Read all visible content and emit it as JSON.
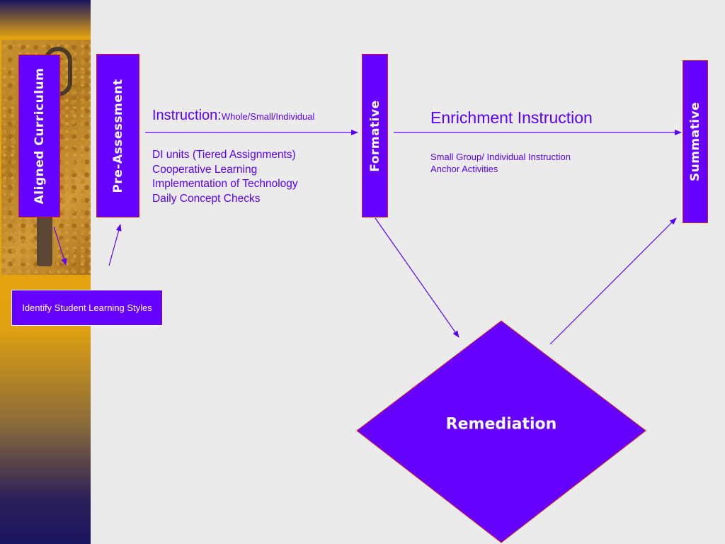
{
  "colors": {
    "box_fill": "#6600ff",
    "box_border": "#cc2222",
    "text_accent": "#5a00ff",
    "arrow": "#5a00ff",
    "background": "#ebebeb"
  },
  "nodes": {
    "aligned_curriculum": "Aligned Curriculum",
    "pre_assessment": "Pre-Assessment",
    "formative": "Formative",
    "summative": "Summative",
    "remediation": "Remediation",
    "identify_styles": "Identify Student Learning Styles"
  },
  "instruction": {
    "heading": "Instruction:",
    "subheading": "Whole/Small/Individual",
    "items": [
      "DI units (Tiered Assignments)",
      "Cooperative Learning",
      "Implementation of Technology",
      "Daily Concept Checks"
    ]
  },
  "enrichment": {
    "heading": "Enrichment Instruction",
    "items": [
      "Small Group/ Individual Instruction",
      "Anchor Activities"
    ]
  },
  "decor": {
    "photo": "key-photo",
    "arrowhead": "arrow-head-icon"
  }
}
